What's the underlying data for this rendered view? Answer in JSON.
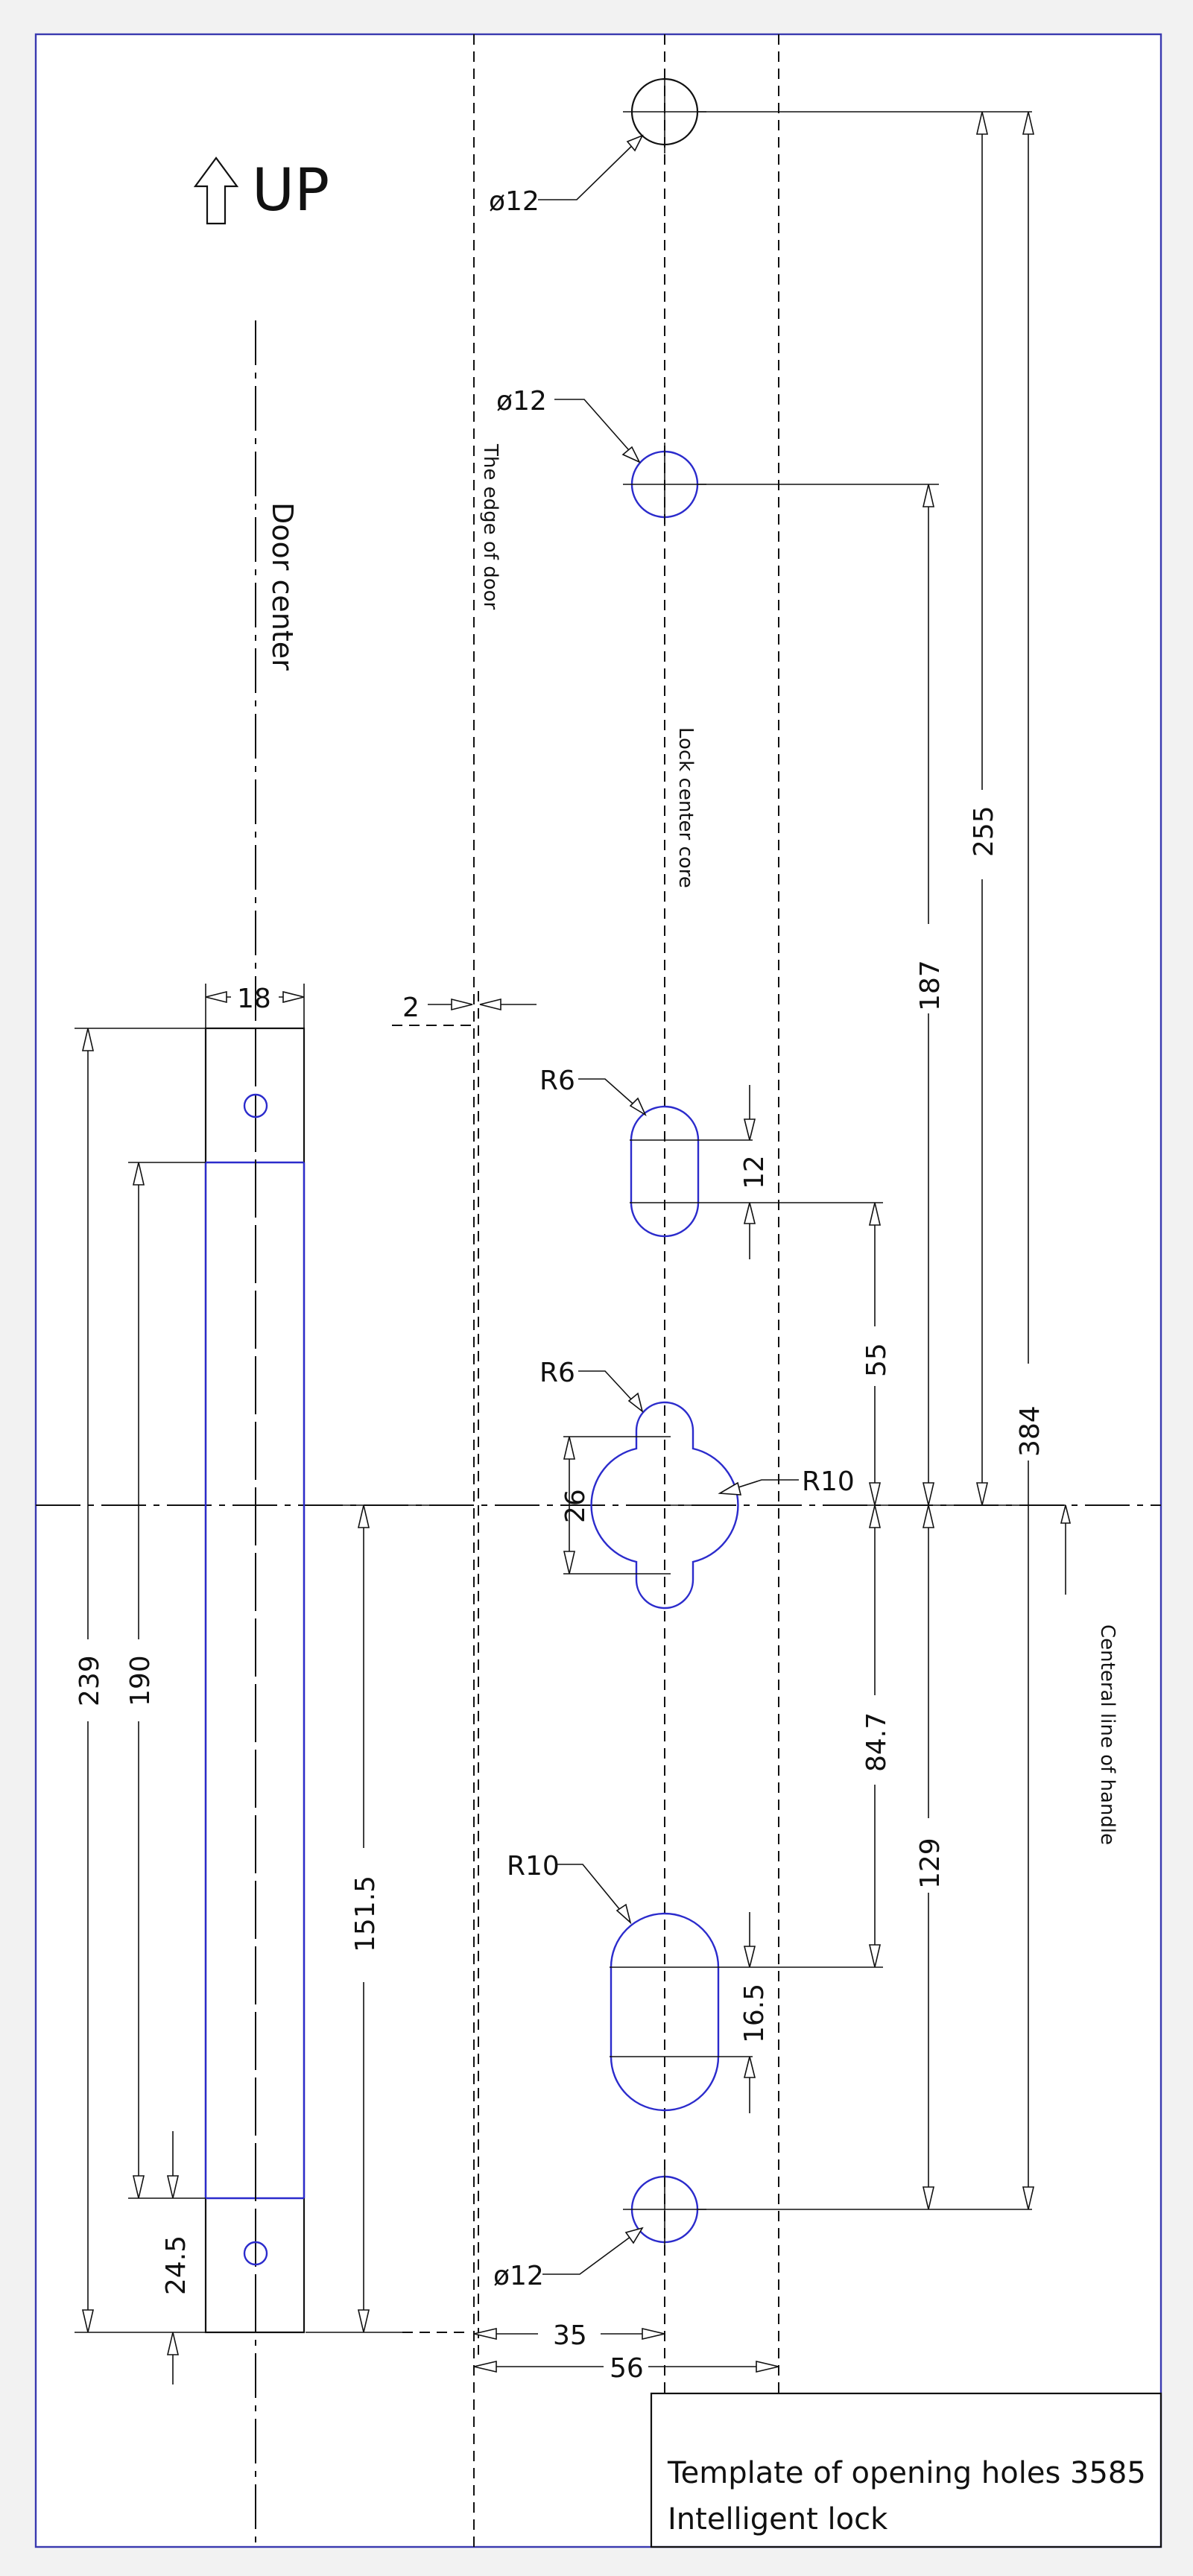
{
  "labels": {
    "up": "UP",
    "door_center": "Door center",
    "door_edge": "The edge of door",
    "lock_center": "Lock center core",
    "handle_line": "Centeral line of handle"
  },
  "callouts": {
    "hole_top": "ø12",
    "hole_second": "ø12",
    "hole_bottom": "ø12",
    "slot_upper_radius": "R6",
    "keyhole_radius_small": "R6",
    "keyhole_radius_large": "R10",
    "slot_lower_radius": "R10"
  },
  "dimensions": {
    "width_18": "18",
    "offset_2": "2",
    "slot_12": "12",
    "keyhole_26": "26",
    "height_55": "55",
    "height_187": "187",
    "height_255": "255",
    "height_384": "384",
    "height_84_7": "84.7",
    "height_129": "129",
    "slot_16_5": "16.5",
    "height_151_5": "151.5",
    "height_239": "239",
    "height_190": "190",
    "height_24_5": "24.5",
    "offset_35": "35",
    "offset_56": "56"
  },
  "title_block": {
    "line1": "Template of opening holes 3585",
    "line2": "Intelligent lock"
  },
  "colors": {
    "line": "#111111",
    "hole_outline": "#2b2bcc",
    "frame": "#3a3ab0",
    "paper": "#ffffff",
    "margin": "#f2f2f2"
  }
}
